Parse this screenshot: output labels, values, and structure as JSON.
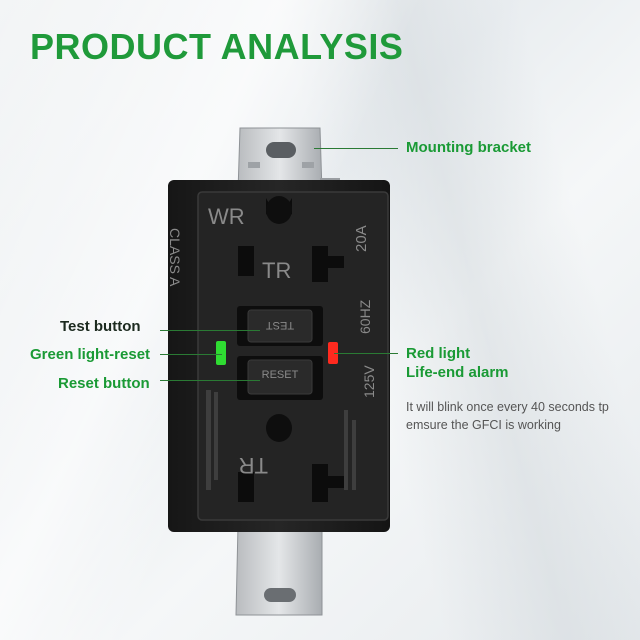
{
  "title": "PRODUCT ANALYSIS",
  "device_text": {
    "wr": "WR",
    "tr_top": "TR",
    "tr_bottom": "TR",
    "rating_20a": "20A",
    "rating_60hz": "60HZ",
    "rating_125v": "125V",
    "class": "CLASS A",
    "test": "TEST",
    "reset": "RESET"
  },
  "callouts": {
    "mounting_bracket": "Mounting bracket",
    "test_button": "Test button",
    "green_light": "Green light-reset",
    "reset_button": "Reset button",
    "red_light": "Red light",
    "life_end": "Life-end alarm",
    "description": "It will blink once every 40 seconds tp emsure the GFCI is working"
  },
  "colors": {
    "title": "#1f9a3a",
    "green_led": "#2fdc32",
    "red_led": "#ff2a1f",
    "body": "#1e1e1e"
  }
}
